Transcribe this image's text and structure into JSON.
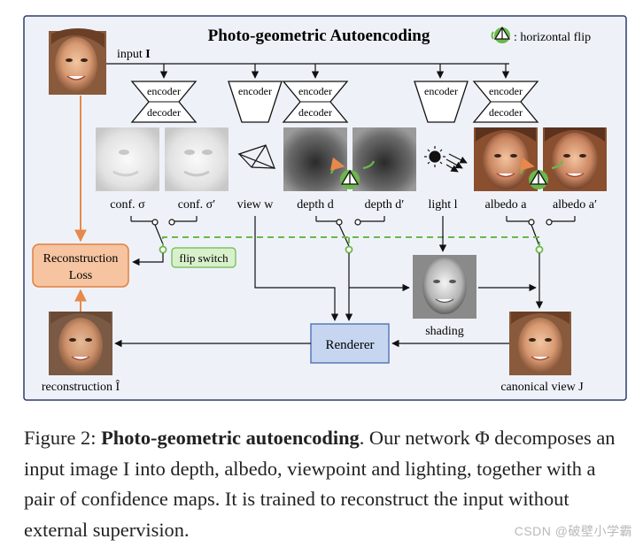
{
  "figure": {
    "title": "Photo-geometric Autoencoding",
    "flip_legend": ": horizontal flip",
    "input_label_prefix": "input ",
    "input_symbol": "I",
    "encoder": "encoder",
    "decoder": "decoder",
    "labels": {
      "conf": "conf. σ",
      "conf_prime": "conf. σ′",
      "view": "view w",
      "depth": "depth d",
      "depth_prime": "depth d′",
      "light": "light l",
      "albedo": "albedo a",
      "albedo_prime": "albedo a′",
      "shading": "shading",
      "canonical": "canonical view J",
      "reconstruction": "reconstruction Î",
      "renderer": "Renderer",
      "loss_line1": "Reconstruction",
      "loss_line2": "Loss",
      "flip_switch": "flip switch"
    },
    "colors": {
      "panel_bg": "#eef2f8",
      "panel_border": "#2d3b6b",
      "loss_fill": "#f6c4a0",
      "loss_border": "#e08040",
      "renderer_fill": "#c6d6f1",
      "renderer_border": "#5b79b8",
      "flip_green": "#6bb84a",
      "orange_arrow": "#e7894a"
    }
  },
  "caption": {
    "prefix": "Figure 2: ",
    "bold": "Photo-geometric autoencoding",
    "rest": ". Our network Φ decomposes an input image I into depth, albedo, viewpoint and lighting, together with a pair of confidence maps. It is trained to reconstruct the input without external supervision."
  },
  "watermark": "CSDN @破壁小学霸"
}
